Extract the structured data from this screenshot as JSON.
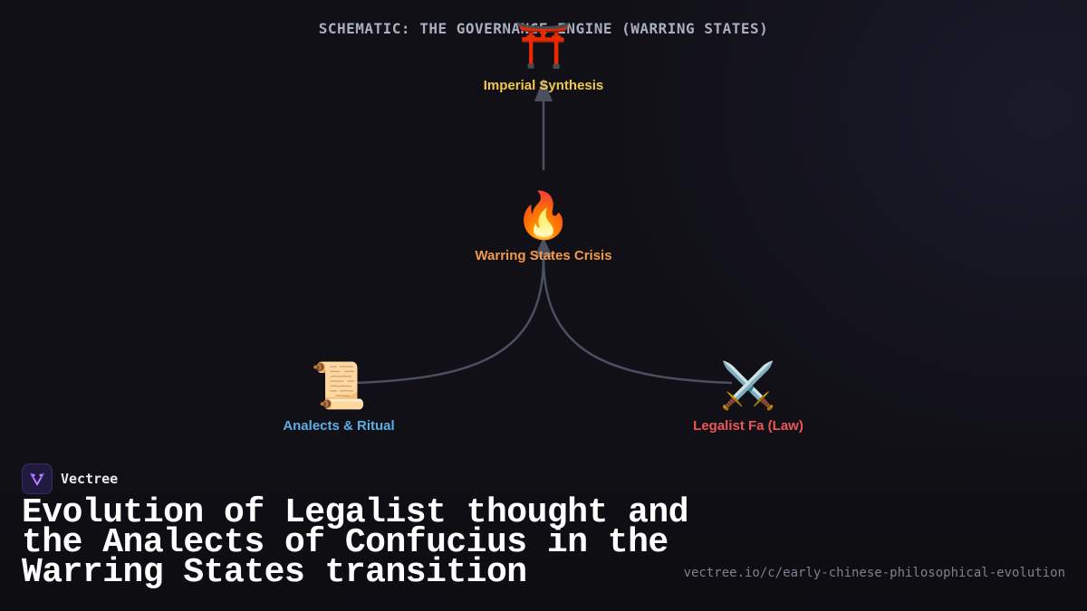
{
  "schematic_title": "SCHEMATIC: THE GOVERNANCE ENGINE (WARRING STATES)",
  "nodes": [
    {
      "id": "imperial",
      "icon": "⛩️",
      "icon_name": "torii-gate-icon",
      "label": "Imperial Synthesis",
      "color": "#f2c94c"
    },
    {
      "id": "crisis",
      "icon": "🔥",
      "icon_name": "fire-icon",
      "label": "Warring States Crisis",
      "color": "#f2994a"
    },
    {
      "id": "analects",
      "icon": "📜",
      "icon_name": "scroll-icon",
      "label": "Analects & Ritual",
      "color": "#5dade2"
    },
    {
      "id": "legalist",
      "icon": "⚔️",
      "icon_name": "crossed-swords-icon",
      "label": "Legalist Fa (Law)",
      "color": "#eb5757"
    }
  ],
  "edges": [
    {
      "from": "analects",
      "to": "crisis"
    },
    {
      "from": "legalist",
      "to": "crisis"
    },
    {
      "from": "crisis",
      "to": "imperial"
    }
  ],
  "edge_color": "#4a5060",
  "brand": {
    "name": "Vectree",
    "accent": "#8b5cf6"
  },
  "headline": "Evolution of Legalist thought and the Analects of Confucius in the Warring States transition",
  "url": "vectree.io/c/early-chinese-philosophical-evolution"
}
